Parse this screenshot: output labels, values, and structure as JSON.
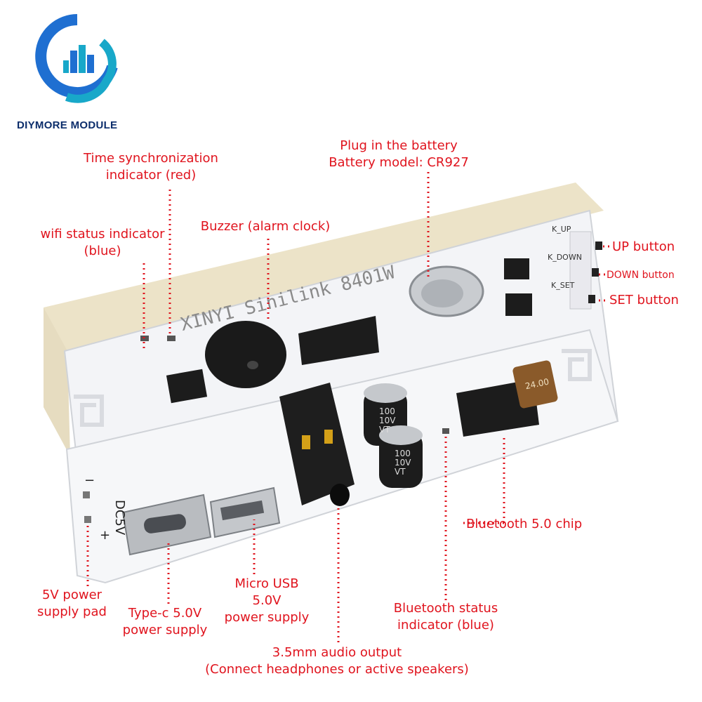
{
  "brand": {
    "name": "DIYMORE MODULE",
    "logo_colors": {
      "blue": "#1f6fd1",
      "teal": "#18a8c9",
      "navy": "#0b2d6b"
    }
  },
  "board": {
    "silkscreen_text": "XINYI Sinilink 8401W",
    "capacitor_text": "100\n10V\nVT",
    "crystal_text": "24.00",
    "pad_labels": {
      "dc": "DC5V",
      "minus": "−",
      "plus": "+"
    },
    "button_labels": {
      "up": "K_UP",
      "down": "K_DOWN",
      "set": "K_SET"
    }
  },
  "annotations": {
    "time_sync": [
      "Time synchronization",
      "indicator (red)"
    ],
    "wifi": [
      "wifi status indicator",
      "(blue)"
    ],
    "buzzer": "Buzzer (alarm clock)",
    "battery": [
      "Plug in the battery",
      "Battery model: CR927"
    ],
    "up_button": "UP button",
    "down_button": "DOWN button",
    "set_button": "SET button",
    "bt_chip": "Bluetooth 5.0 chip",
    "bt_status": [
      "Bluetooth status",
      "indicator (blue)"
    ],
    "five_v_pad": [
      "5V power",
      "supply pad"
    ],
    "type_c": [
      "Type-c 5.0V",
      "power supply"
    ],
    "micro_usb": [
      "Micro USB",
      "5.0V",
      "power supply"
    ],
    "audio": [
      "3.5mm audio output",
      "(Connect headphones or active speakers)"
    ]
  },
  "colors": {
    "annotation": "#e0141e",
    "pcb": "#f3f4f7",
    "component": "#1c1c1c",
    "metal": "#b9bcc0",
    "display": "#ece3c8"
  }
}
